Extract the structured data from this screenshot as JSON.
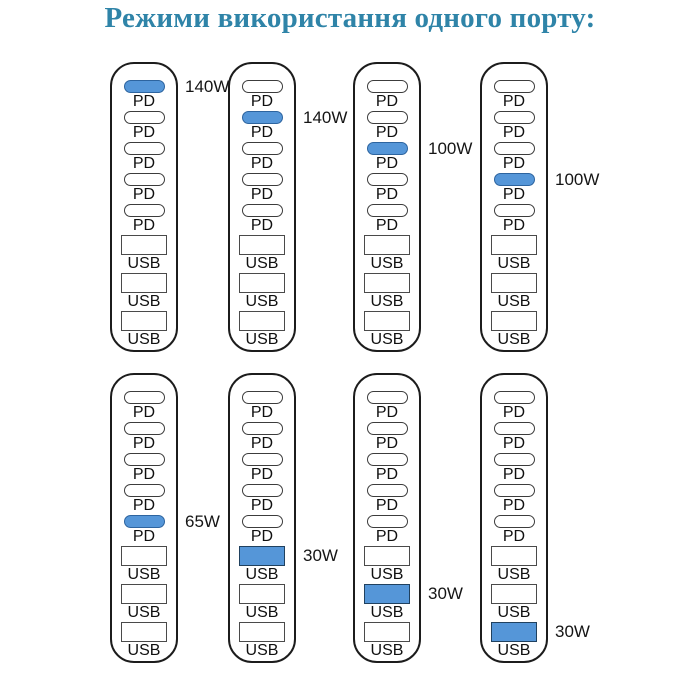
{
  "title": {
    "text": "Режими використання одного порту:",
    "color": "#2f84a8"
  },
  "highlight_color": "#5596d8",
  "port_types": [
    "PD",
    "PD",
    "PD",
    "PD",
    "PD",
    "USB",
    "USB",
    "USB"
  ],
  "devices": [
    {
      "highlight_index": 0,
      "wattage": "140W"
    },
    {
      "highlight_index": 1,
      "wattage": "140W"
    },
    {
      "highlight_index": 2,
      "wattage": "100W"
    },
    {
      "highlight_index": 3,
      "wattage": "100W"
    },
    {
      "highlight_index": 4,
      "wattage": "65W"
    },
    {
      "highlight_index": 5,
      "wattage": "30W"
    },
    {
      "highlight_index": 6,
      "wattage": "30W"
    },
    {
      "highlight_index": 7,
      "wattage": "30W"
    }
  ]
}
